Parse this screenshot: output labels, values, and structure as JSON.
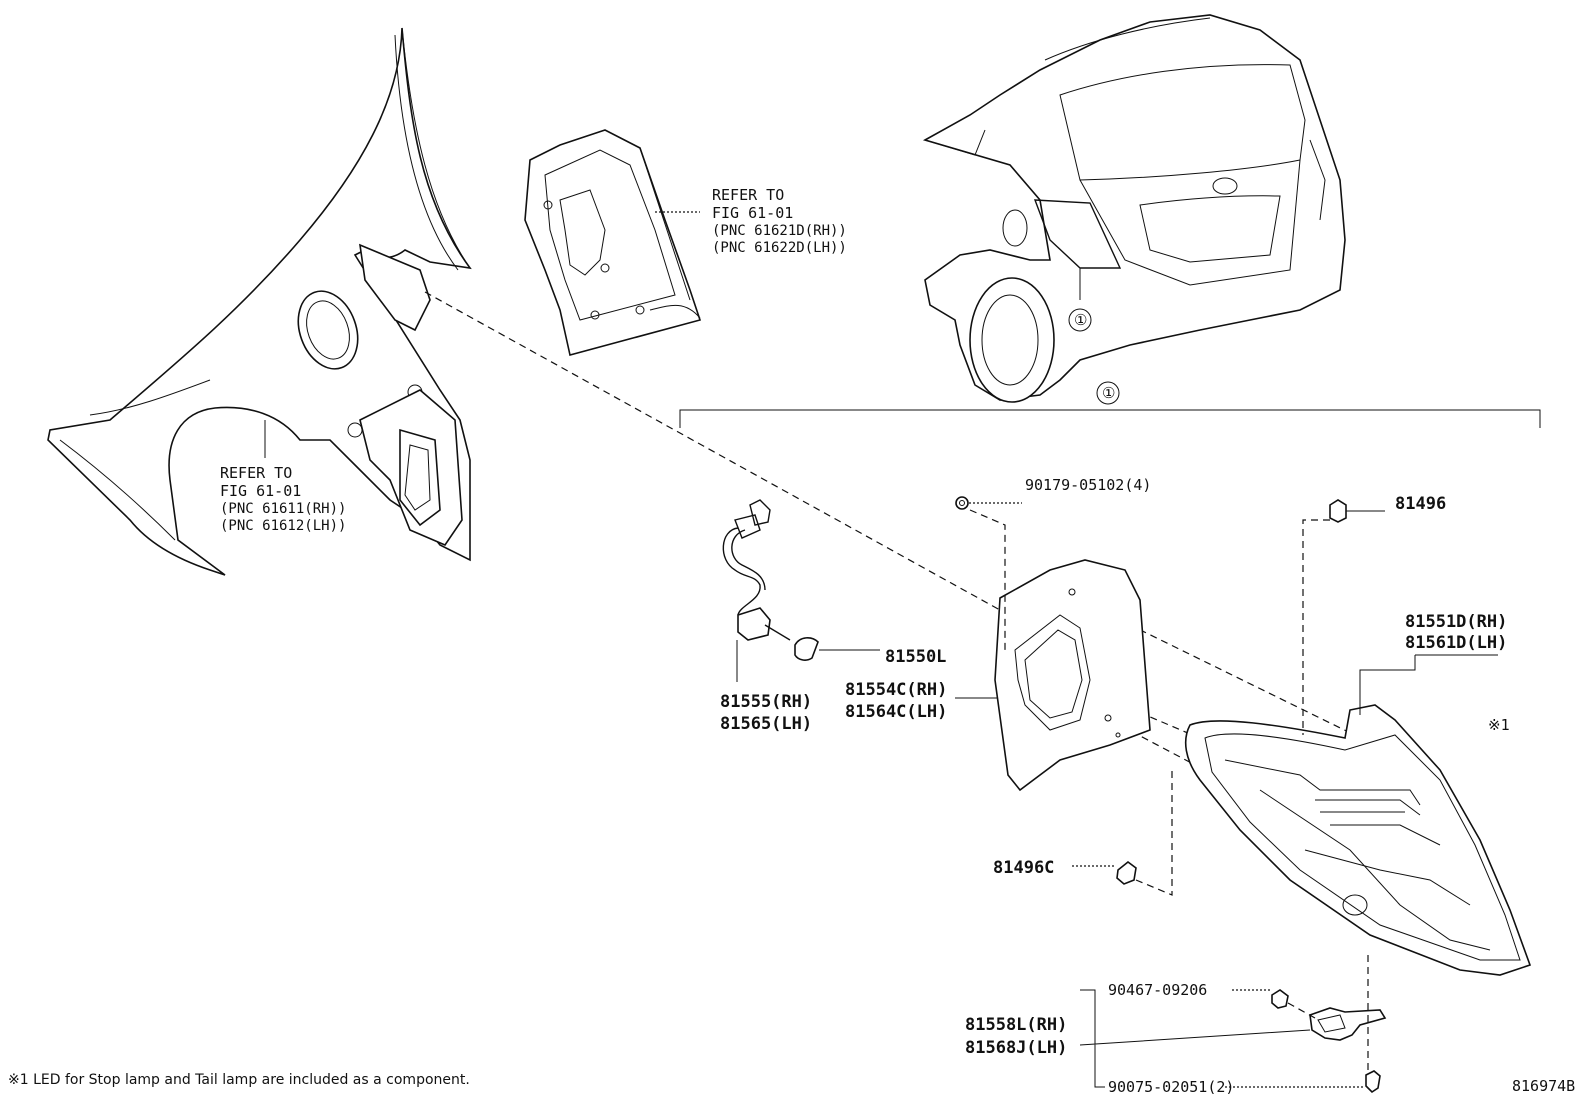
{
  "refer_labels": {
    "top": {
      "line1": "REFER TO",
      "line2": "FIG 61-01",
      "line3": "(PNC 61621D(RH))",
      "line4": "(PNC 61622D(LH))"
    },
    "left": {
      "line1": "REFER TO",
      "line2": "FIG 61-01",
      "line3": "(PNC 61611(RH))",
      "line4": "(PNC 61612(LH))"
    }
  },
  "callout": "①",
  "parts": {
    "screw_top": "90179-05102(4)",
    "clip_top": "81496",
    "lens_rh": "81551D(RH)",
    "lens_lh": "81561D(LH)",
    "lens_note": "※1",
    "bulb": "81550L",
    "gasket_rh": "81554C(RH)",
    "gasket_lh": "81564C(LH)",
    "socket_rh": "81555(RH)",
    "socket_lh": "81565(LH)",
    "clip_bottom": "81496C",
    "bolt": "90467-09206",
    "bracket_rh": "81558L(RH)",
    "bracket_lh": "81568J(LH)",
    "screw_bottom": "90075-02051(2)"
  },
  "footnote": "※1 LED for Stop lamp and Tail lamp are included as a component.",
  "figure_id": "816974B"
}
